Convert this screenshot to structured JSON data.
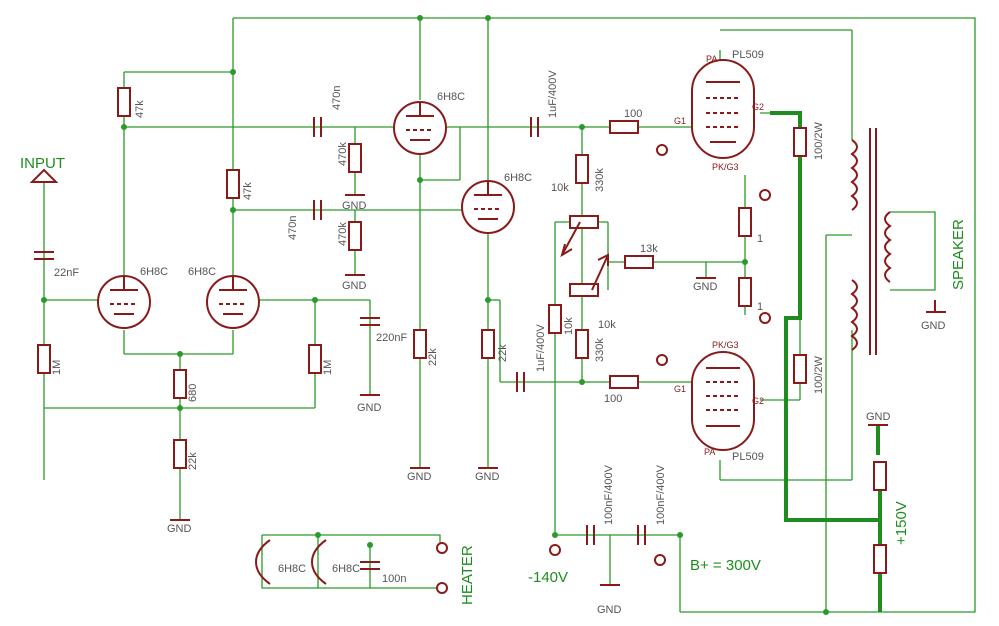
{
  "colors": {
    "wire": "#2a9a2a",
    "component": "#8a1a1a",
    "text": "#555555",
    "net": "#1f8c1f"
  },
  "labels": {
    "input": "INPUT",
    "speaker": "SPEAKER",
    "heater": "HEATER",
    "bplus": "B+ = 300V",
    "plus150": "+150V",
    "minus140": "-140V",
    "gnd": "GND"
  },
  "components": {
    "c_in": "22nF",
    "r_in": "1M",
    "v1": "6H8C",
    "v2": "6H8C",
    "v3": "6H8C",
    "v4": "6H8C",
    "r_p1": "47k",
    "r_p2": "47k",
    "r_k": "680",
    "r_tail": "22k",
    "r_g2": "1M",
    "c_g2": "220nF",
    "c_c1": "470n",
    "c_c2": "470n",
    "r_g3": "470k",
    "r_g4": "470k",
    "r_k3": "22k",
    "r_k4": "22k",
    "c_out1": "1uF/400V",
    "c_out2": "1uF/400V",
    "r_grid1": "100",
    "r_grid2": "100",
    "pot1": "10k",
    "pot2": "10k",
    "r_bias1": "330k",
    "r_bias2": "330k",
    "r_bias3": "10k",
    "r_bias4": "13k",
    "r_sense1": "1",
    "r_sense2": "1",
    "r_g2a": "100/2W",
    "r_g2b": "100/2W",
    "p1": "PL509",
    "p2": "PL509",
    "pin_pa1": "PA",
    "pin_pa2": "PA",
    "pin_g2a": "G2",
    "pin_g2b": "G2",
    "pin_g1a": "G1",
    "pin_g1b": "G1",
    "pin_pk1": "PK/G3",
    "pin_pk2": "PK/G3",
    "c_f1": "100nF/400V",
    "c_f2": "100nF/400V",
    "h1": "6H8C",
    "h2": "6H8C",
    "c_h": "100n"
  }
}
